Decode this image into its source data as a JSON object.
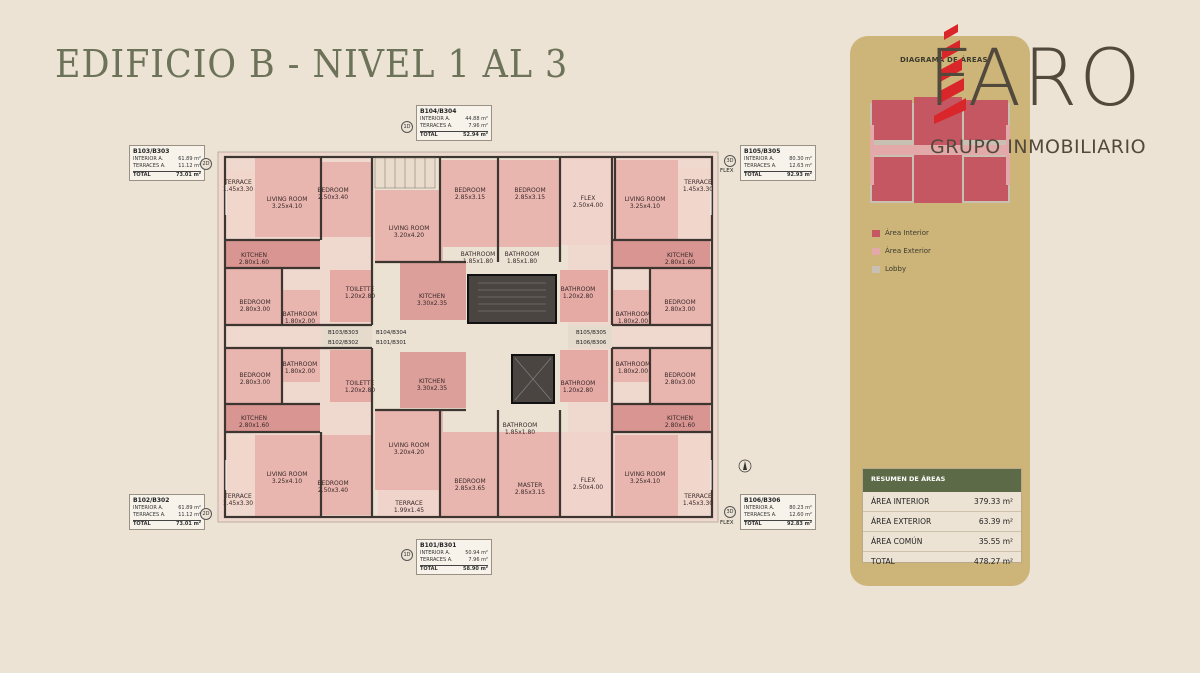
{
  "title": "EDIFICIO B - NIVEL 1 AL 3",
  "brand": {
    "name": "FARO",
    "subtitle": "GRUPO INMOBILIARIO"
  },
  "units": [
    {
      "id": "B104/B304",
      "interior_label": "INTERIOR A.",
      "interior": "44.88",
      "terraces_label": "TERRACES A.",
      "terraces": "7.96",
      "total_label": "TOTAL",
      "total": "52.94",
      "unit": "m²",
      "marker": "1D"
    },
    {
      "id": "B103/B303",
      "interior_label": "INTERIOR A.",
      "interior": "61.89",
      "terraces_label": "TERRACES A.",
      "terraces": "11.12",
      "total_label": "TOTAL",
      "total": "73.01",
      "unit": "m²",
      "marker": "2D"
    },
    {
      "id": "B105/B305",
      "interior_label": "INTERIOR A.",
      "interior": "80.30",
      "terraces_label": "TERRACES A.",
      "terraces": "12.63",
      "total_label": "TOTAL",
      "total": "92.93",
      "unit": "m²",
      "marker": "3D",
      "flex": "FLEX"
    },
    {
      "id": "B102/B302",
      "interior_label": "INTERIOR A.",
      "interior": "61.89",
      "terraces_label": "TERRACES A.",
      "terraces": "11.12",
      "total_label": "TOTAL",
      "total": "73.01",
      "unit": "m²",
      "marker": "2D"
    },
    {
      "id": "B106/B306",
      "interior_label": "INTERIOR A.",
      "interior": "80.23",
      "terraces_label": "TERRACES A.",
      "terraces": "12.60",
      "total_label": "TOTAL",
      "total": "92.83",
      "unit": "m²",
      "marker": "3D",
      "flex": "FLEX"
    },
    {
      "id": "B101/B301",
      "interior_label": "INTERIOR A.",
      "interior": "50.94",
      "terraces_label": "TERRACES A.",
      "terraces": "7.96",
      "total_label": "TOTAL",
      "total": "58.90",
      "unit": "m²",
      "marker": "1D"
    }
  ],
  "rooms": [
    {
      "name": "TERRACE",
      "dim": "1.45x3.30"
    },
    {
      "name": "BEDROOM",
      "dim": "2.50x3.40"
    },
    {
      "name": "LIVING ROOM",
      "dim": "3.25x4.10"
    },
    {
      "name": "LIVING ROOM",
      "dim": "3.20x4.20"
    },
    {
      "name": "BEDROOM",
      "dim": "2.85x3.15"
    },
    {
      "name": "BEDROOM",
      "dim": "2.85x3.15"
    },
    {
      "name": "FLEX",
      "dim": "2.50x4.00"
    },
    {
      "name": "LIVING ROOM",
      "dim": "3.25x4.10"
    },
    {
      "name": "TERRACE",
      "dim": "1.45x3.30"
    },
    {
      "name": "KITCHEN",
      "dim": "2.80x1.60"
    },
    {
      "name": "BATHROOM",
      "dim": "1.85x1.80"
    },
    {
      "name": "BATHROOM",
      "dim": "1.85x1.80"
    },
    {
      "name": "KITCHEN",
      "dim": "2.80x1.60"
    },
    {
      "name": "BEDROOM",
      "dim": "2.80x3.00"
    },
    {
      "name": "TOILETTE",
      "dim": "1.20x2.80"
    },
    {
      "name": "KITCHEN",
      "dim": "3.30x2.35"
    },
    {
      "name": "BATHROOM",
      "dim": "1.20x2.80"
    },
    {
      "name": "BEDROOM",
      "dim": "2.80x3.00"
    },
    {
      "name": "BATHROOM",
      "dim": "1.80x2.00"
    },
    {
      "name": "BATHROOM",
      "dim": "1.80x2.00"
    },
    {
      "name": "BEDROOM",
      "dim": "2.80x3.00"
    },
    {
      "name": "BATHROOM",
      "dim": "1.80x2.00"
    },
    {
      "name": "BATHROOM",
      "dim": "1.80x2.00"
    },
    {
      "name": "BEDROOM",
      "dim": "2.80x3.00"
    },
    {
      "name": "TOILETTE",
      "dim": "1.20x2.80"
    },
    {
      "name": "KITCHEN",
      "dim": "3.30x2.35"
    },
    {
      "name": "BATHROOM",
      "dim": "1.20x2.80"
    },
    {
      "name": "KITCHEN",
      "dim": "2.80x1.60"
    },
    {
      "name": "KITCHEN",
      "dim": "2.80x1.60"
    },
    {
      "name": "BATHROOM",
      "dim": "1.85x1.80"
    },
    {
      "name": "LIVING ROOM",
      "dim": "3.20x4.20"
    },
    {
      "name": "TERRACE",
      "dim": "1.45x3.30"
    },
    {
      "name": "LIVING ROOM",
      "dim": "3.25x4.10"
    },
    {
      "name": "BEDROOM",
      "dim": "2.50x3.40"
    },
    {
      "name": "BEDROOM",
      "dim": "2.85x3.65"
    },
    {
      "name": "MASTER",
      "dim": "2.85x3.15"
    },
    {
      "name": "FLEX",
      "dim": "2.50x4.00"
    },
    {
      "name": "LIVING ROOM",
      "dim": "3.25x4.10"
    },
    {
      "name": "TERRACE",
      "dim": "1.45x3.30"
    },
    {
      "name": "TERRACE",
      "dim": "1.99x1.45"
    }
  ],
  "corridor_tags": [
    "B103/B303",
    "B102/B302",
    "B104/B304",
    "B101/B301",
    "B105/B305",
    "B106/B306"
  ],
  "diagram": {
    "title": "DIAGRAMA DE ÁREAS",
    "legend": [
      {
        "label": "Área Interior",
        "color": "#c45762"
      },
      {
        "label": "Área Exterior",
        "color": "#e3a8a8"
      },
      {
        "label": "Lobby",
        "color": "#c7c0b3"
      }
    ]
  },
  "summary": {
    "title": "RESUMEN DE ÁREAS",
    "rows": [
      {
        "label": "ÁREA INTERIOR",
        "value": "379.33",
        "unit": "m²"
      },
      {
        "label": "ÁREA EXTERIOR",
        "value": "63.39",
        "unit": "m²"
      },
      {
        "label": "ÁREA COMÚN",
        "value": "35.55",
        "unit": "m²"
      },
      {
        "label": "TOTAL",
        "value": "478.27",
        "unit": "m²"
      }
    ]
  },
  "colors": {
    "interior": "#e8b2ac",
    "interior_dark": "#d58b88",
    "exterior": "#efd2c8",
    "lobby": "#d7cec0",
    "wall": "#3d3530",
    "accent": "#5d6a48"
  }
}
